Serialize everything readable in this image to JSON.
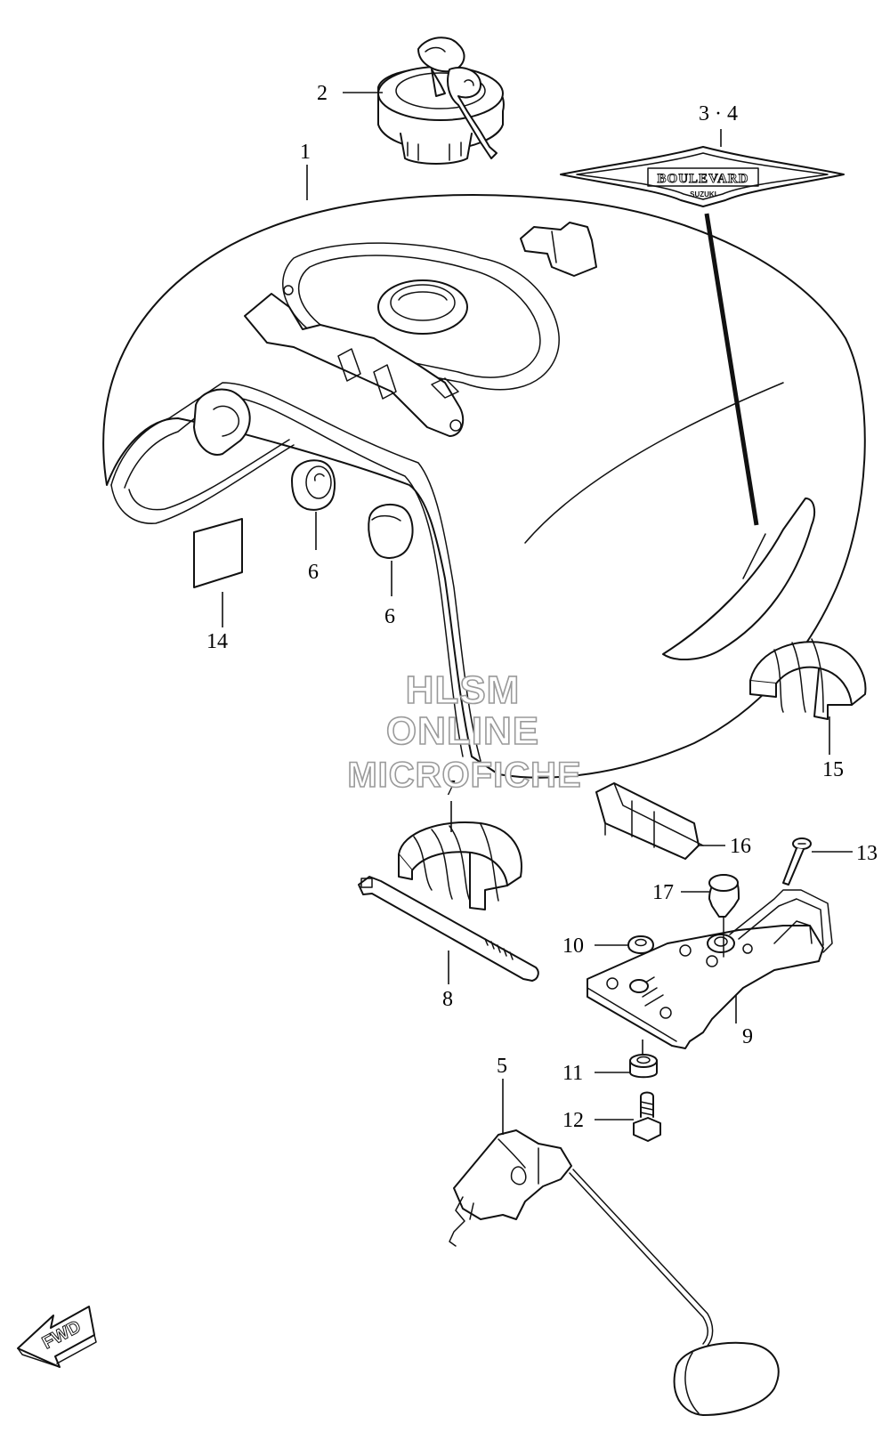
{
  "callouts": {
    "tank": "1",
    "cap": "2",
    "emblem": "3 · 4",
    "gauge": "5",
    "cushion_a": "6",
    "cushion_b": "6",
    "cushion_front": "7",
    "band": "8",
    "bracket": "9",
    "washer": "10",
    "grommet": "11",
    "bolt": "12",
    "screw": "13",
    "label": "14",
    "cushion_right": "15",
    "pad": "16",
    "rubber_cap": "17"
  },
  "emblem": {
    "brand": "BOULEVARD",
    "maker": "SUZUKI"
  },
  "direction_arrow": {
    "text": "FWD"
  },
  "watermark": {
    "line1": "HLSM",
    "line2": "ONLINE",
    "line3": "MICROFICHE"
  }
}
